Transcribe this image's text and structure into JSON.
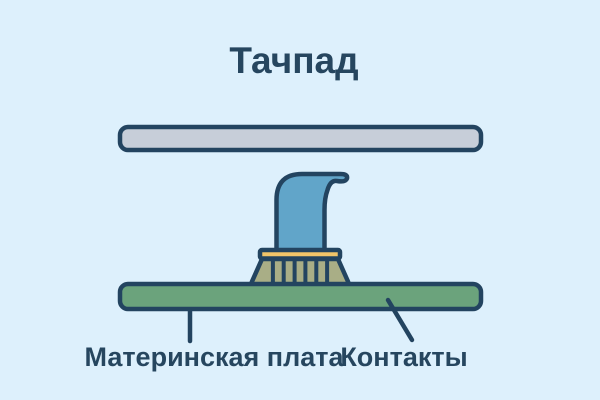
{
  "title": "Тачпад",
  "labels": {
    "motherboard": "Материнская плата",
    "contacts": "Контакты"
  },
  "icons": {
    "touchpad_surface": "gray rounded bar",
    "flex_ribbon_cable": "blue curled ribbon",
    "connector": "striped pin connector with yellow band",
    "motherboard_bar": "green rounded bar"
  },
  "colors": {
    "background": "#ddf0fc",
    "outline": "#234460",
    "text": "#26465f",
    "touchpad_fill": "#c7ced9",
    "ribbon_fill": "#61a5c9",
    "band_fill": "#f2c569",
    "pins_fill": "#a9ae86",
    "board_fill": "#6ba37c"
  }
}
